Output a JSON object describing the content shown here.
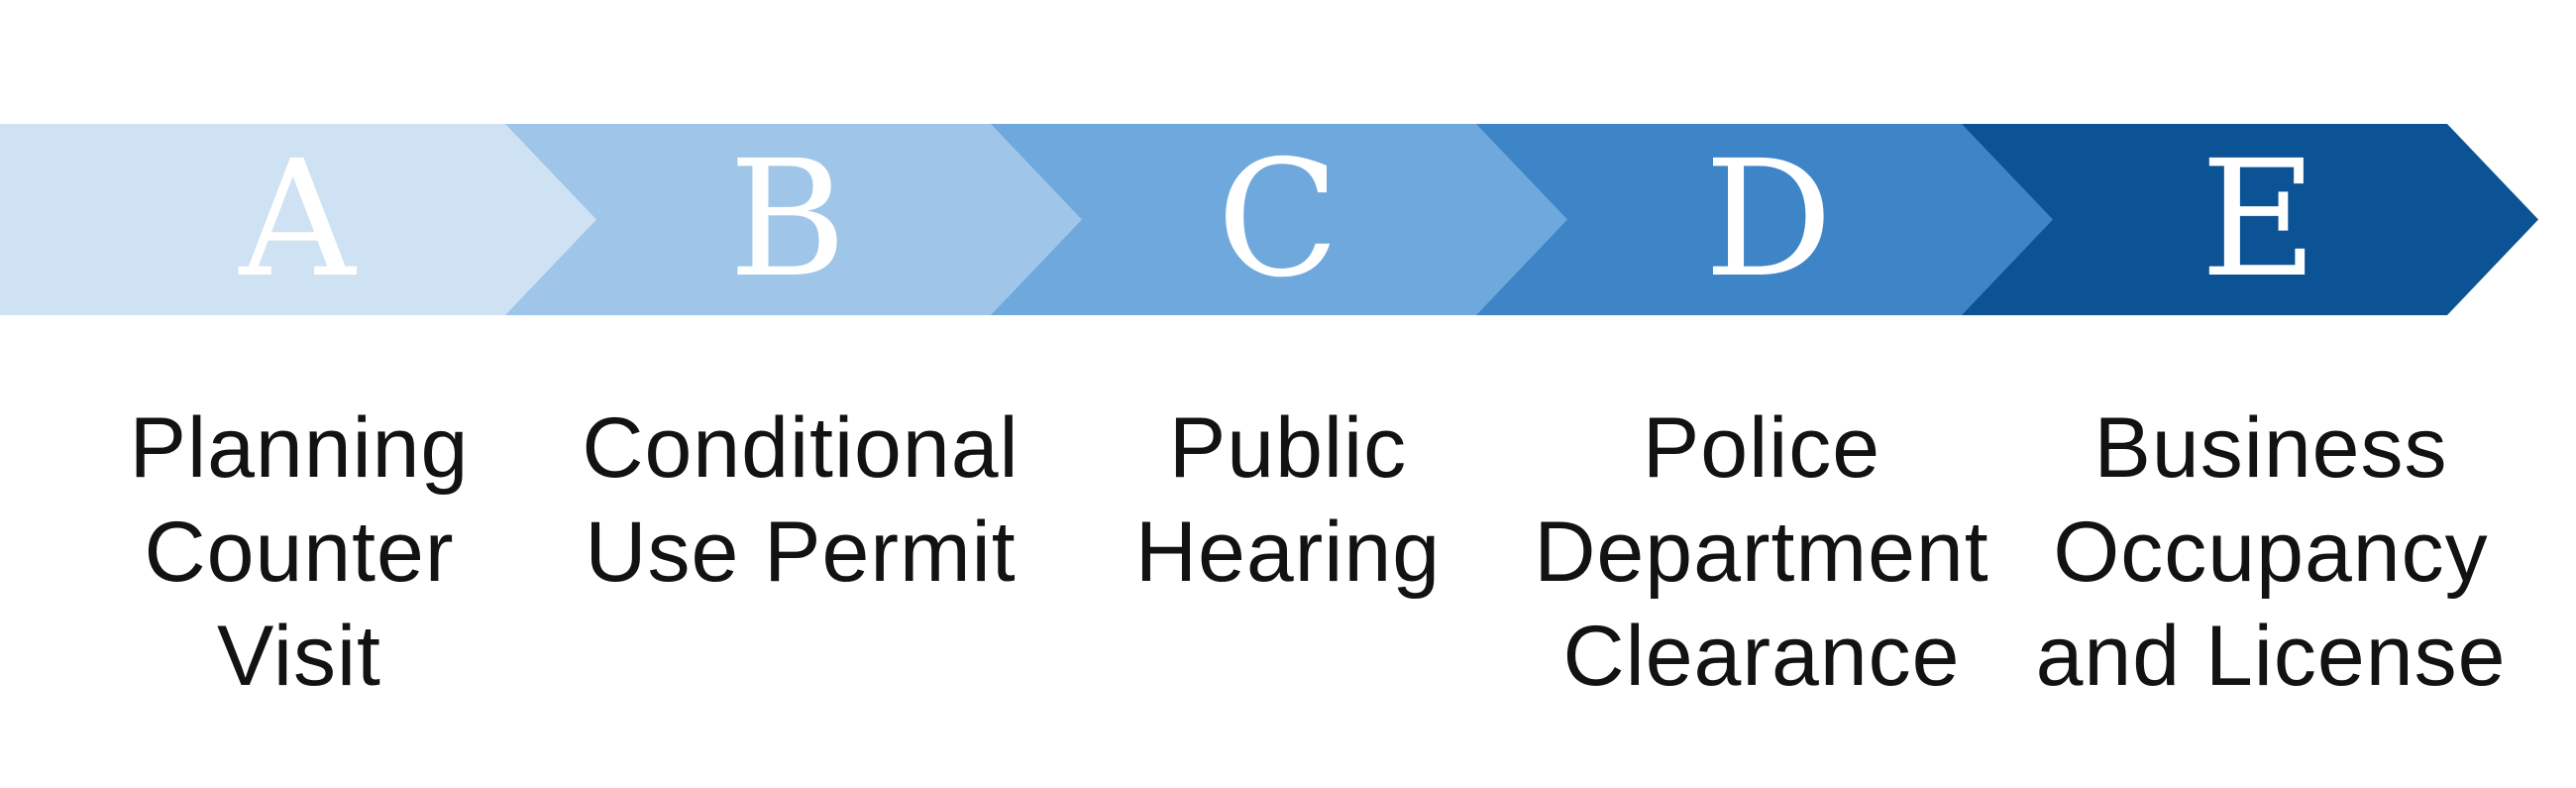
{
  "diagram": {
    "title": "permit-process-flow",
    "background_color": "#ffffff",
    "label_text_color": "#121212",
    "letter_text_color": "#ffffff",
    "steps": [
      {
        "letter": "A",
        "label": "Planning\nCounter\nVisit",
        "color": "#cfe2f3"
      },
      {
        "letter": "B",
        "label": "Conditional\nUse Permit",
        "color": "#9fc5e8"
      },
      {
        "letter": "C",
        "label": "Public\nHearing",
        "color": "#6fa8dc"
      },
      {
        "letter": "D",
        "label": "Police\nDepartment\nClearance",
        "color": "#3d85c6"
      },
      {
        "letter": "E",
        "label": "Business\nOccupancy\nand License",
        "color": "#0b5394"
      }
    ]
  }
}
